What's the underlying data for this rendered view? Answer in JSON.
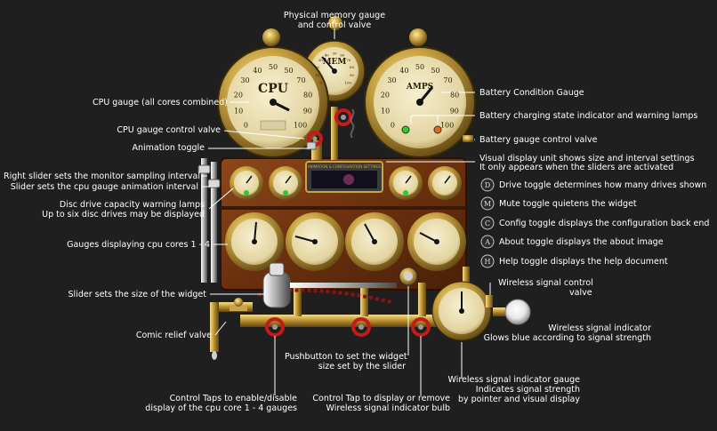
{
  "gauges": {
    "cpu_title": "CPU",
    "amps_title": "AMPS",
    "mem_title": "MEM",
    "cpu_scale": [
      "0",
      "10",
      "20",
      "30",
      "40",
      "50",
      "50",
      "70",
      "80",
      "90",
      "100"
    ],
    "amps_scale": [
      "0",
      "10",
      "20",
      "30",
      "40",
      "50",
      "50",
      "70",
      "80",
      "90",
      "100"
    ],
    "mem_scale": [
      "0",
      "10",
      "20",
      "30",
      "40",
      "50",
      "60",
      "70",
      "80",
      "90",
      "100"
    ],
    "vdu_text": "ANIMATION & CONFIGURATION SETTINGS"
  },
  "annotations": {
    "physical_memory_1": "Physical memory gauge",
    "physical_memory_2": "and control valve",
    "cpu_gauge": "CPU gauge (all cores combined)",
    "battery_condition": "Battery Condition Gauge",
    "battery_lamps": "Battery charging state indicator and warning lamps",
    "cpu_valve": "CPU gauge control valve",
    "battery_valve": "Battery gauge control valve",
    "animation_toggle": "Animation toggle",
    "vdu_1": "Visual display unit shows size and interval settings",
    "vdu_2": "It only appears when the sliders are activated",
    "right_slider_1": "Right slider sets the monitor sampling interval",
    "right_slider_2": "Slider sets the cpu gauge animation interval",
    "drive_toggle": "Drive toggle determines how many drives shown",
    "disc_lamps_1": "Disc drive capacity warning lamps",
    "disc_lamps_2": "Up to six disc drives may be displayed",
    "mute_toggle": "Mute toggle quietens the widget",
    "config_toggle": "Config toggle displays the configuration back end",
    "cpu_cores": "Gauges displaying cpu cores 1 - 4",
    "about_toggle": "About toggle displays the about image",
    "help_toggle": "Help toggle displays the help document",
    "wireless_valve_1": "Wireless signal control",
    "wireless_valve_2": "valve",
    "size_slider": "Slider sets the size of the widget",
    "wireless_indicator_1": "Wireless signal indicator",
    "wireless_indicator_2": "Glows blue according to signal strength",
    "comic_valve": "Comic relief valve",
    "pushbutton_1": "Pushbutton to set the widget",
    "pushbutton_2": "size set by the slider",
    "wireless_gauge_1": "Wireless signal indicator gauge",
    "wireless_gauge_2": "Indicates signal strength",
    "wireless_gauge_3": "by pointer and visual display",
    "control_taps_1": "Control Taps to enable/disable",
    "control_taps_2": "display of the cpu core 1 - 4 gauges",
    "control_tap_wifi_1": "Control Tap to display or remove",
    "control_tap_wifi_2": "Wireless signal indicator bulb"
  },
  "toggles": {
    "drive": "D",
    "mute": "M",
    "config": "C",
    "about": "A",
    "help": "H"
  },
  "colors": {
    "background": "#1f1f1f",
    "brass": "#c9a443",
    "dial_face": "#e8dcae",
    "wood": "#7a3a12",
    "lamp_green": "#2ec92e",
    "lamp_orange": "#e06a1b",
    "valve_red": "#c41a1a"
  }
}
